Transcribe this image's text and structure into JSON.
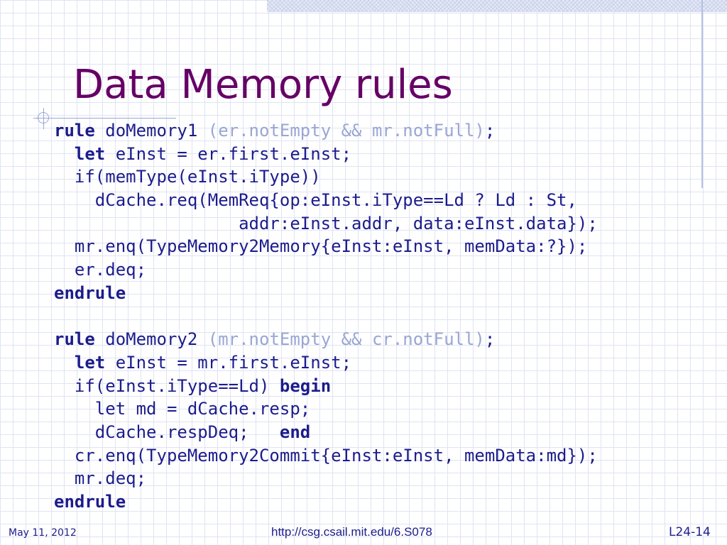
{
  "slide": {
    "title": "Data Memory rules",
    "code_lines": [
      [
        {
          "t": "rule",
          "s": "kw"
        },
        {
          "t": " doMemory1 "
        },
        {
          "t": "(er.notEmpty && mr.notFull)",
          "s": "cond"
        },
        {
          "t": ";"
        }
      ],
      [
        {
          "t": "  "
        },
        {
          "t": "let",
          "s": "kw"
        },
        {
          "t": " eInst = er.first.eInst;"
        }
      ],
      [
        {
          "t": "  if(memType(eInst.iType))"
        }
      ],
      [
        {
          "t": "    dCache.req(MemReq{op:eInst.iType==Ld ? Ld : St,"
        }
      ],
      [
        {
          "t": "                  addr:eInst.addr, data:eInst.data});"
        }
      ],
      [
        {
          "t": "  mr.enq(TypeMemory2Memory{eInst:eInst, memData:?});"
        }
      ],
      [
        {
          "t": "  er.deq;"
        }
      ],
      [
        {
          "t": "endrule",
          "s": "kw"
        }
      ],
      [],
      [
        {
          "t": "rule",
          "s": "kw"
        },
        {
          "t": " doMemory2 "
        },
        {
          "t": "(mr.notEmpty && cr.notFull)",
          "s": "cond"
        },
        {
          "t": ";"
        }
      ],
      [
        {
          "t": "  "
        },
        {
          "t": "let",
          "s": "kw"
        },
        {
          "t": " eInst = mr.first.eInst;"
        }
      ],
      [
        {
          "t": "  if(eInst.iType==Ld) "
        },
        {
          "t": "begin",
          "s": "kw"
        }
      ],
      [
        {
          "t": "    let md = dCache.resp;"
        }
      ],
      [
        {
          "t": "    dCache.respDeq;   "
        },
        {
          "t": "end",
          "s": "kw"
        }
      ],
      [
        {
          "t": "  cr.enq(TypeMemory2Commit{eInst:eInst, memData:md});"
        }
      ],
      [
        {
          "t": "  mr.deq;"
        }
      ],
      [
        {
          "t": "endrule",
          "s": "kw"
        }
      ]
    ]
  },
  "footer": {
    "date": "May 11, 2012",
    "url": "http://csg.csail.mit.edu/6.S078",
    "page": "L24-14"
  },
  "colors": {
    "title": "#660066",
    "code": "#1c1c8c",
    "guard": "#9aa6d3",
    "grid": "#dfe4f2"
  }
}
